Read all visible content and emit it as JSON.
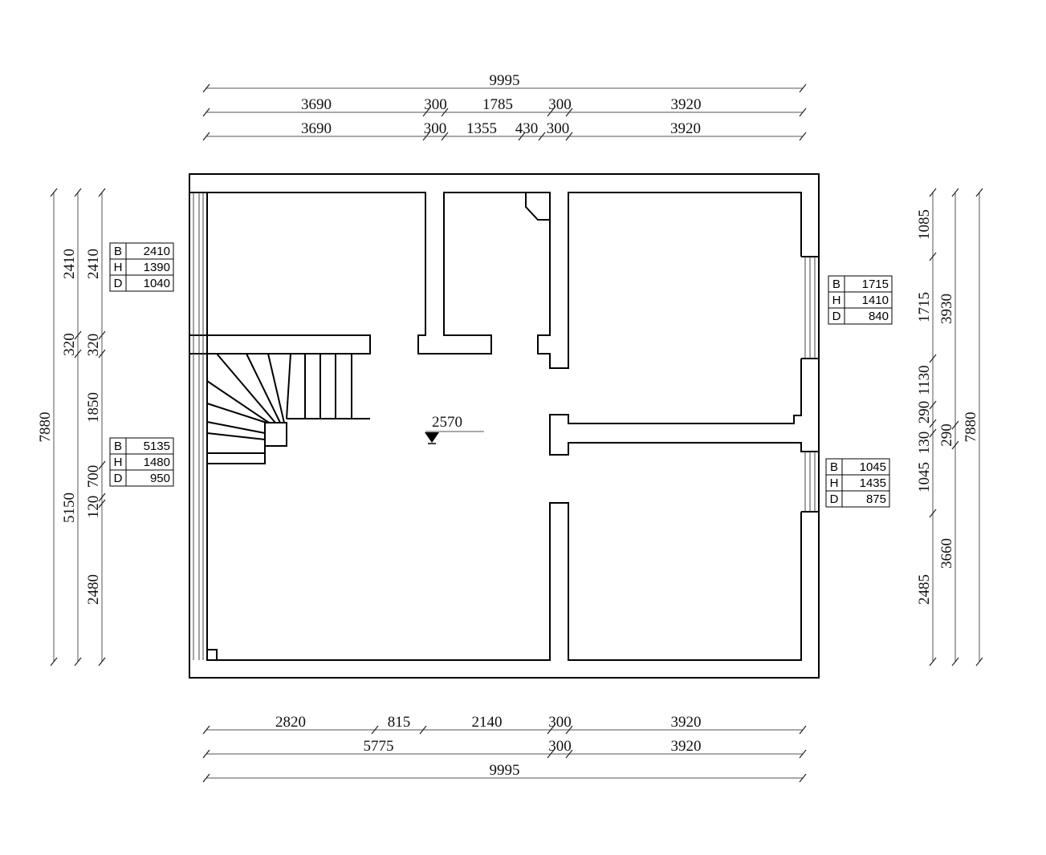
{
  "plan": {
    "elevation_label": "2570",
    "top_dimensions": [
      [
        "9995"
      ],
      [
        "3690",
        "300",
        "1785",
        "300",
        "3920"
      ],
      [
        "3690",
        "300",
        "1355",
        "430",
        "300",
        "3920"
      ]
    ],
    "bottom_dimensions": [
      [
        "2820",
        "815",
        "2140",
        "300",
        "3920"
      ],
      [
        "5775",
        "300",
        "3920"
      ],
      [
        "9995"
      ]
    ],
    "left_dimensions": [
      [
        "7880"
      ],
      [
        "2410",
        "320",
        "5150"
      ],
      [
        "2410",
        "320",
        "1850",
        "700",
        "120",
        "2480"
      ]
    ],
    "right_dimensions": [
      [
        "1085",
        "1715",
        "1130",
        "290",
        "130",
        "1045",
        "2485"
      ],
      [
        "3930",
        "290",
        "3660"
      ],
      [
        "7880"
      ]
    ],
    "window_tables": [
      {
        "rows": [
          [
            "B",
            "2410"
          ],
          [
            "H",
            "1390"
          ],
          [
            "D",
            "1040"
          ]
        ]
      },
      {
        "rows": [
          [
            "B",
            "5135"
          ],
          [
            "H",
            "1480"
          ],
          [
            "D",
            "950"
          ]
        ]
      },
      {
        "rows": [
          [
            "B",
            "1715"
          ],
          [
            "H",
            "1410"
          ],
          [
            "D",
            "840"
          ]
        ]
      },
      {
        "rows": [
          [
            "B",
            "1045"
          ],
          [
            "H",
            "1435"
          ],
          [
            "D",
            "875"
          ]
        ]
      }
    ]
  }
}
